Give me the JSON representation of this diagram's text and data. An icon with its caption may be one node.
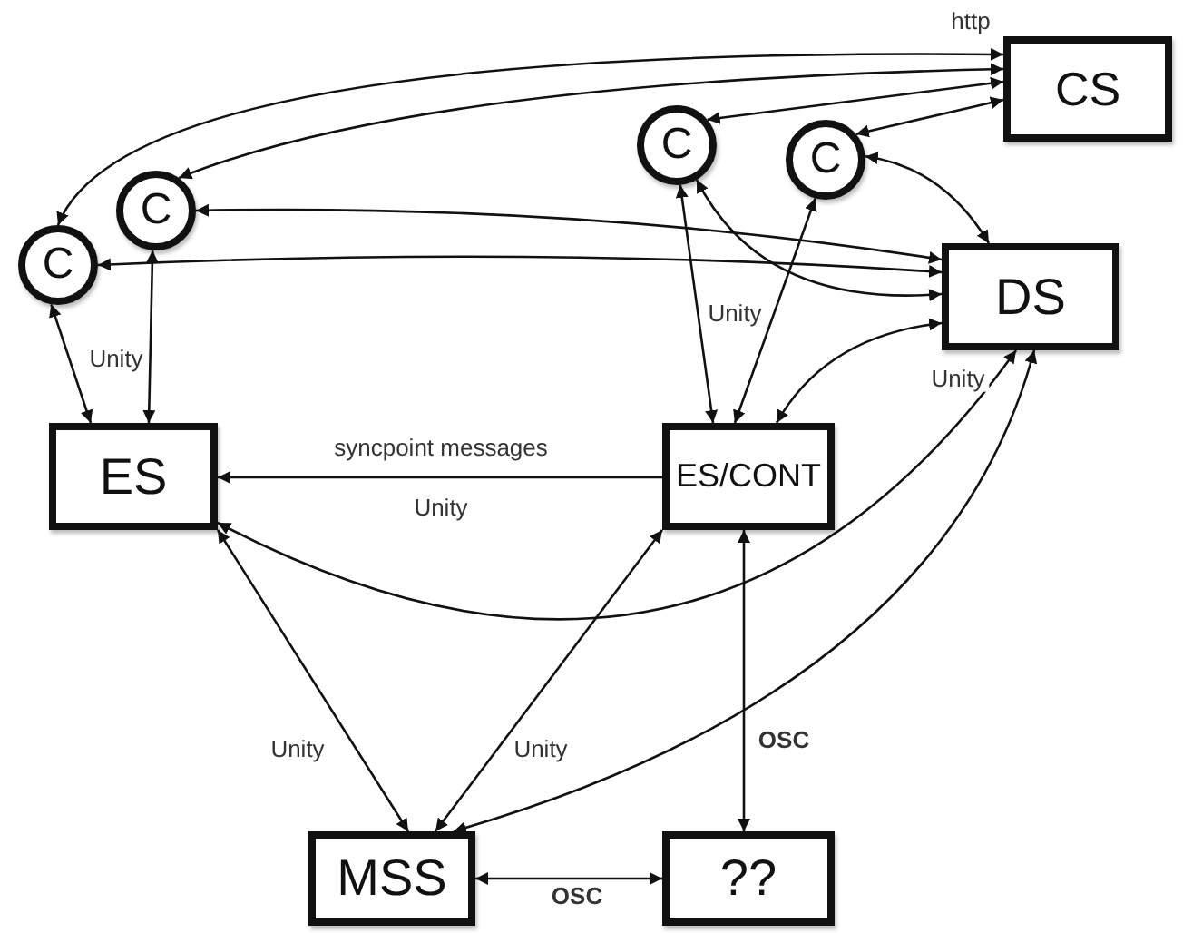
{
  "diagram": {
    "nodes": [
      {
        "text": [
          "CS"
        ]
      },
      {
        "text": [
          "C"
        ]
      },
      {
        "text": [
          "C"
        ]
      },
      {
        "text": [
          "C"
        ]
      },
      {
        "text": [
          "C"
        ]
      },
      {
        "text": [
          "DS"
        ]
      },
      {
        "text": [
          "ES"
        ]
      },
      {
        "text": [
          "ES/CONT"
        ]
      },
      {
        "text": [
          "MSS"
        ]
      },
      {
        "text": [
          "??"
        ]
      }
    ],
    "edges": [
      {
        "from": 0,
        "to": 4,
        "arrow": "both",
        "label": "http"
      },
      {
        "from": 0,
        "to": 3,
        "arrow": "both"
      },
      {
        "from": 0,
        "to": 1,
        "arrow": "both"
      },
      {
        "from": 0,
        "to": 2,
        "arrow": "both"
      },
      {
        "from": 5,
        "to": 3,
        "arrow": "both"
      },
      {
        "from": 5,
        "to": 4,
        "arrow": "both"
      },
      {
        "from": 5,
        "to": 1,
        "arrow": "both"
      },
      {
        "from": 5,
        "to": 2,
        "arrow": "both"
      },
      {
        "from": 4,
        "to": 6,
        "arrow": "both",
        "label": "Unity"
      },
      {
        "from": 3,
        "to": 6,
        "arrow": "both"
      },
      {
        "from": 1,
        "to": 7,
        "arrow": "both",
        "label": "Unity"
      },
      {
        "from": 2,
        "to": 7,
        "arrow": "both"
      },
      {
        "from": 5,
        "to": 7,
        "arrow": "both"
      },
      {
        "from": 7,
        "to": 6,
        "arrow": "to",
        "label": "syncpoint messages"
      },
      {
        "from": 5,
        "to": 6,
        "arrow": "both",
        "label": "Unity"
      },
      {
        "from": 5,
        "to": 8,
        "arrow": "both"
      },
      {
        "from": 6,
        "to": 8,
        "arrow": "both",
        "label": "Unity"
      },
      {
        "from": 7,
        "to": 8,
        "arrow": "both",
        "label": "Unity"
      },
      {
        "from": 7,
        "to": 9,
        "arrow": "both",
        "label": "OSC"
      },
      {
        "from": 8,
        "to": 9,
        "arrow": "both",
        "label": "OSC"
      }
    ],
    "labels": [
      "Unity"
    ]
  }
}
